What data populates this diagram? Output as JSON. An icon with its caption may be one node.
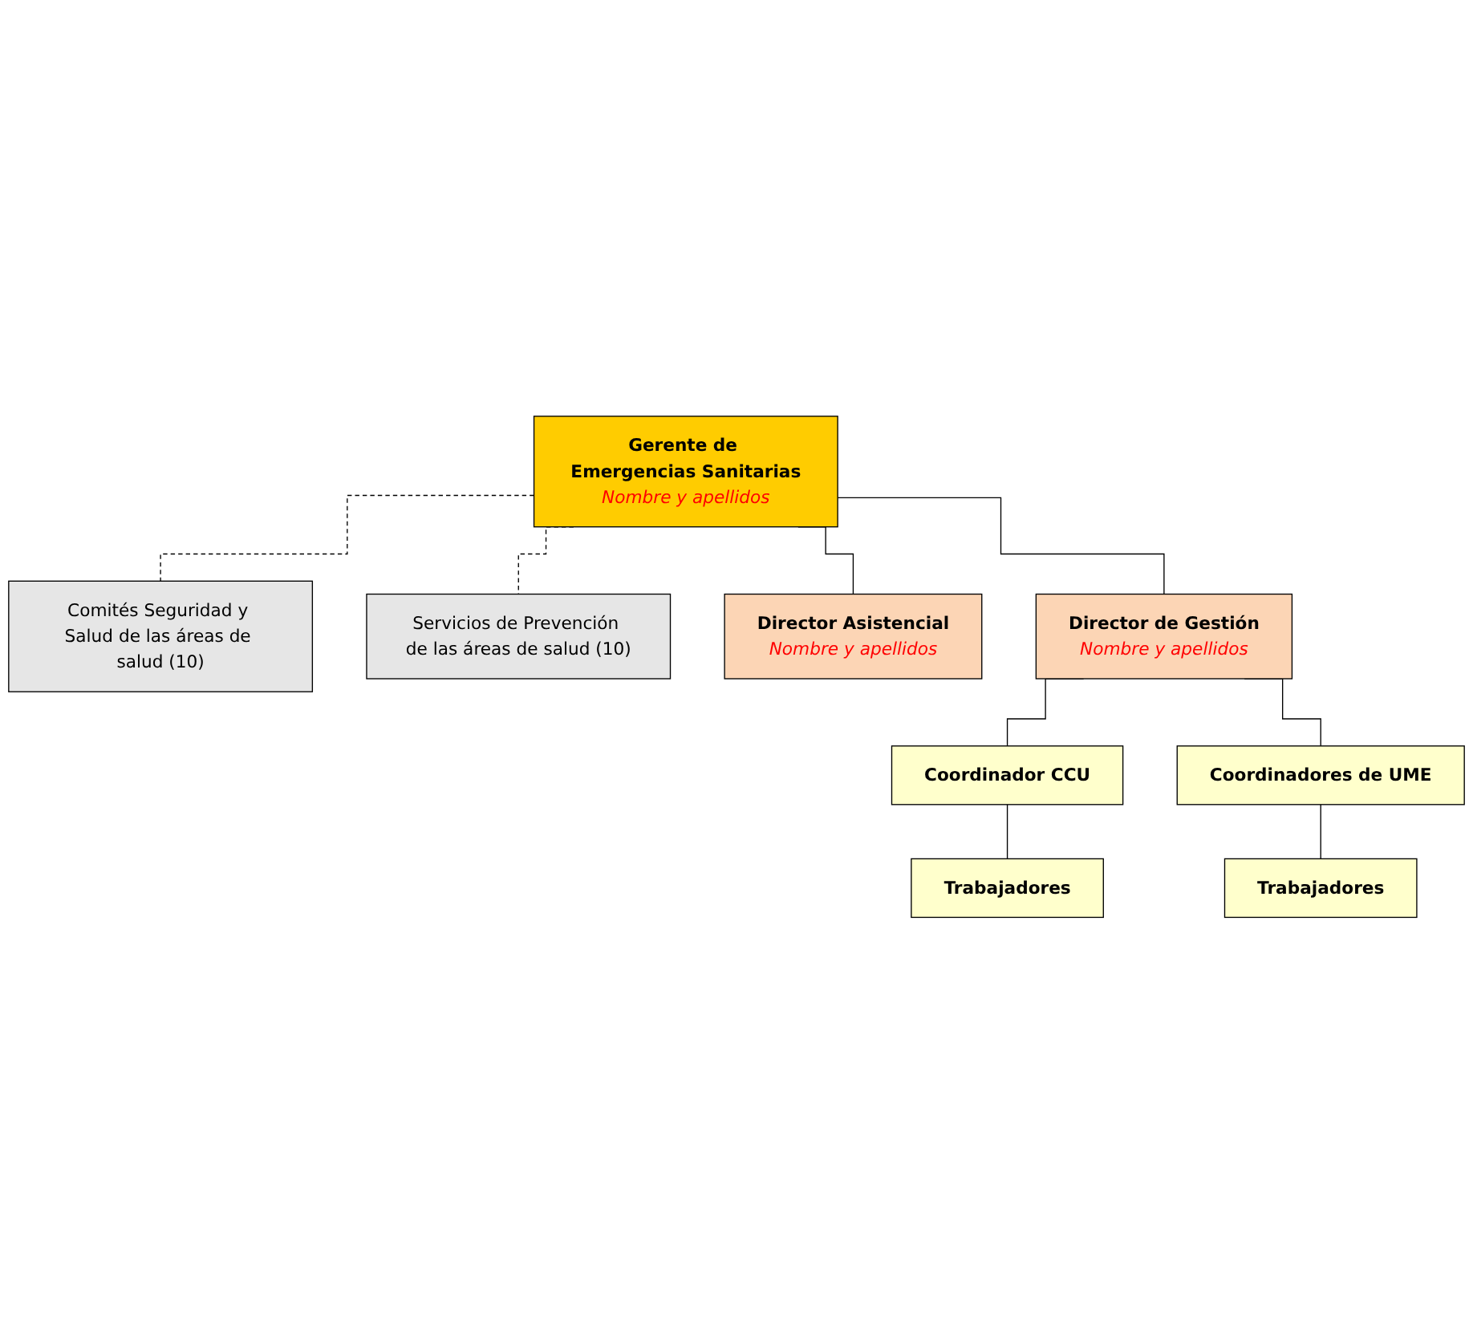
{
  "diagram": {
    "nodes": [
      {
        "text": [
          "Gerente de Emergencias Sanitarias",
          "Nombre y apellidos"
        ]
      },
      {
        "text": [
          "Comités Seguridad y Salud de las áreas de salud (10)"
        ]
      },
      {
        "text": [
          "Servicios de Prevención de las áreas de salud (10)"
        ]
      },
      {
        "text": [
          "Director Asistencial",
          "Nombre y apellidos"
        ]
      },
      {
        "text": [
          "Director de Gestión",
          "Nombre y apellidos"
        ]
      },
      {
        "text": [
          "Coordinador CCU"
        ]
      },
      {
        "text": [
          "Coordinadores de UME"
        ]
      },
      {
        "text": [
          "Trabajadores"
        ]
      },
      {
        "text": [
          "Trabajadores"
        ]
      }
    ],
    "edges": [
      {
        "from": 0,
        "to": 1,
        "arrow": "none",
        "style": "dashed"
      },
      {
        "from": 0,
        "to": 2,
        "arrow": "none",
        "style": "dashed"
      },
      {
        "from": 0,
        "to": 3,
        "arrow": "none"
      },
      {
        "from": 0,
        "to": 4,
        "arrow": "none"
      },
      {
        "from": 4,
        "to": 5,
        "arrow": "none"
      },
      {
        "from": 4,
        "to": 6,
        "arrow": "none"
      },
      {
        "from": 5,
        "to": 7,
        "arrow": "none"
      },
      {
        "from": 6,
        "to": 8,
        "arrow": "none"
      }
    ]
  }
}
